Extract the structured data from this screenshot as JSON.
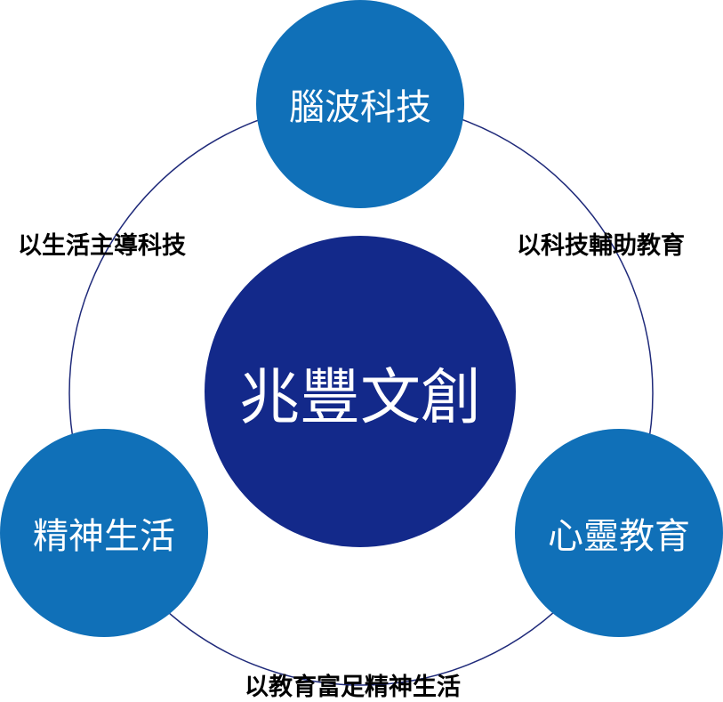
{
  "center": {
    "label": "兆豐文創"
  },
  "nodes": {
    "top": "腦波科技",
    "bottom_left": "精神生活",
    "bottom_right": "心靈教育"
  },
  "links": {
    "left": "以生活主導科技",
    "right": "以科技輔助教育",
    "bottom": "以教育富足精神生活"
  },
  "colors": {
    "node": "#1070b8",
    "center": "#13298a",
    "ring": "#1f2a7a"
  }
}
